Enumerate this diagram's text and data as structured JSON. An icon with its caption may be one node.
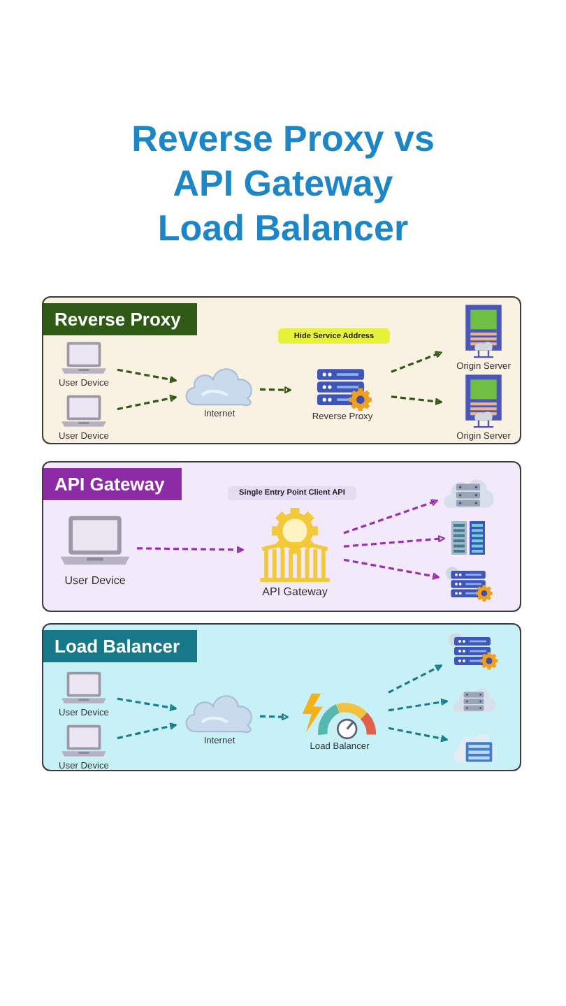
{
  "diagram": {
    "title": "Reverse Proxy vs API Gateway Load Balancer",
    "nodes": [
      {
        "text": [
          "Reverse Proxy"
        ]
      },
      {
        "text": [
          "Hide Service Address"
        ],
        "in": 0
      },
      {
        "text": [
          "User Device"
        ],
        "in": 0
      },
      {
        "text": [
          "User Device"
        ],
        "in": 0
      },
      {
        "text": [
          "Internet"
        ],
        "in": 0
      },
      {
        "text": [
          "Reverse Proxy"
        ],
        "in": 0
      },
      {
        "text": [
          "Origin Server"
        ],
        "in": 0
      },
      {
        "text": [
          "Origin Server"
        ],
        "in": 0
      },
      {
        "text": [
          "API Gateway"
        ]
      },
      {
        "text": [
          "Single Entry Point Client API"
        ],
        "in": 8
      },
      {
        "text": [
          "User Device"
        ],
        "in": 8
      },
      {
        "text": [
          "API Gateway"
        ],
        "in": 8
      },
      {
        "text": [],
        "shape": "picture",
        "in": 8
      },
      {
        "text": [],
        "shape": "picture",
        "in": 8
      },
      {
        "text": [],
        "shape": "picture",
        "in": 8
      },
      {
        "text": [
          "Load Balancer"
        ]
      },
      {
        "text": [
          "User Device"
        ],
        "in": 15
      },
      {
        "text": [
          "User Device"
        ],
        "in": 15
      },
      {
        "text": [
          "Internet"
        ],
        "in": 15
      },
      {
        "text": [
          "Load Balancer"
        ],
        "in": 15
      },
      {
        "text": [],
        "shape": "picture",
        "in": 15
      },
      {
        "text": [],
        "shape": "picture",
        "in": 15
      },
      {
        "text": [],
        "shape": "picture",
        "in": 15
      }
    ],
    "edges": [
      {
        "from": 2,
        "to": 4,
        "arrow": "to",
        "style": "dashed",
        "color": "#2e5a12"
      },
      {
        "from": 3,
        "to": 4,
        "arrow": "to",
        "style": "dashed",
        "color": "#2e5a12"
      },
      {
        "from": 4,
        "to": 5,
        "arrow": "to",
        "style": "dashed",
        "color": "#2e5a12"
      },
      {
        "from": 5,
        "to": 6,
        "arrow": "to",
        "style": "dashed",
        "color": "#2e5a12"
      },
      {
        "from": 5,
        "to": 7,
        "arrow": "to",
        "style": "dashed",
        "color": "#2e5a12"
      },
      {
        "from": 10,
        "to": 11,
        "arrow": "to",
        "style": "dashed",
        "color": "#9b2fb0"
      },
      {
        "from": 11,
        "to": 12,
        "arrow": "to",
        "style": "dashed",
        "color": "#9b2fb0"
      },
      {
        "from": 11,
        "to": 13,
        "arrow": "to",
        "style": "dashed",
        "color": "#9b2fb0"
      },
      {
        "from": 11,
        "to": 14,
        "arrow": "to",
        "style": "dashed",
        "color": "#9b2fb0"
      },
      {
        "from": 16,
        "to": 18,
        "arrow": "to",
        "style": "dashed"
      },
      {
        "from": 17,
        "to": 18,
        "arrow": "to",
        "style": "dashed"
      },
      {
        "from": 18,
        "to": 19,
        "arrow": "to",
        "style": "dashed"
      },
      {
        "from": 19,
        "to": 20,
        "arrow": "to",
        "style": "dashed"
      },
      {
        "from": 19,
        "to": 21,
        "arrow": "to",
        "style": "dashed"
      },
      {
        "from": 19,
        "to": 22,
        "arrow": "to",
        "style": "dashed"
      }
    ]
  }
}
